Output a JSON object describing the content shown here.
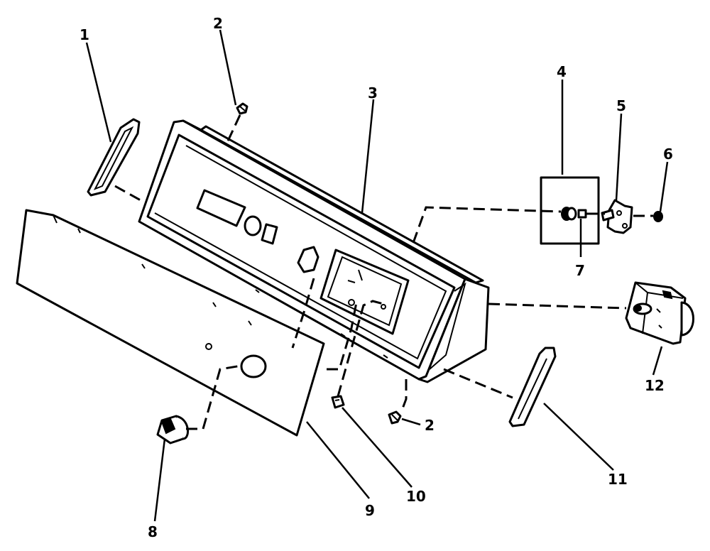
{
  "diagram": {
    "callouts": [
      {
        "id": "c1",
        "label": "1"
      },
      {
        "id": "c2a",
        "label": "2"
      },
      {
        "id": "c3",
        "label": "3"
      },
      {
        "id": "c4",
        "label": "4"
      },
      {
        "id": "c5",
        "label": "5"
      },
      {
        "id": "c6",
        "label": "6"
      },
      {
        "id": "c7",
        "label": "7"
      },
      {
        "id": "c2b",
        "label": "2"
      },
      {
        "id": "c12",
        "label": "12"
      },
      {
        "id": "c11",
        "label": "11"
      },
      {
        "id": "c10",
        "label": "10"
      },
      {
        "id": "c9",
        "label": "9"
      },
      {
        "id": "c8",
        "label": "8"
      }
    ]
  }
}
